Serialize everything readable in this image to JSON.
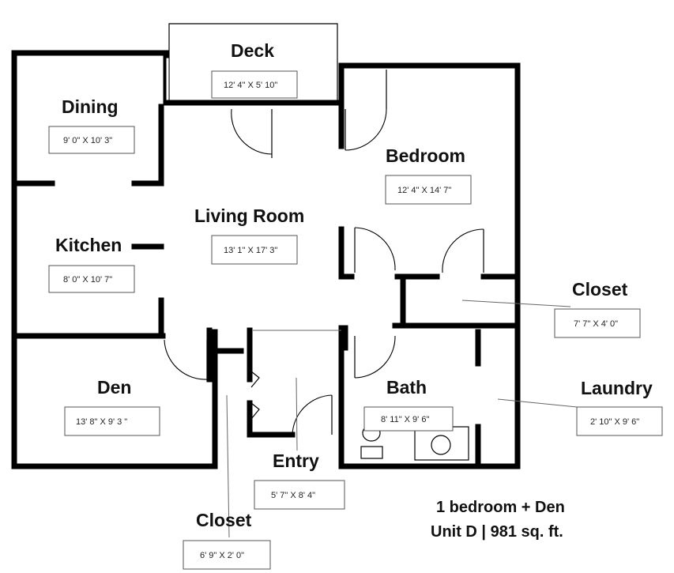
{
  "rooms": {
    "deck": {
      "name": "Deck",
      "dims": "12' 4\" X 5' 10\""
    },
    "dining": {
      "name": "Dining",
      "dims": "9' 0\" X 10' 3\""
    },
    "kitchen": {
      "name": "Kitchen",
      "dims": "8' 0\" X 10' 7\""
    },
    "living": {
      "name": "Living Room",
      "dims": "13' 1\" X 17' 3\""
    },
    "bedroom": {
      "name": "Bedroom",
      "dims": "12' 4\" X 14' 7\""
    },
    "closet_bed": {
      "name": "Closet",
      "dims": "7' 7\" X 4' 0\""
    },
    "den": {
      "name": "Den",
      "dims": "13' 8\" X 9' 3 \""
    },
    "bath": {
      "name": "Bath",
      "dims": "8' 11\" X 9' 6\""
    },
    "laundry": {
      "name": "Laundry",
      "dims": "2' 10\" X 9' 6\""
    },
    "entry": {
      "name": "Entry",
      "dims": "5' 7\" X 8' 4\""
    },
    "closet_entry": {
      "name": "Closet",
      "dims": "6' 9\" X 2' 0\""
    }
  },
  "caption": {
    "line1": "1 bedroom + Den",
    "line2": "Unit D | 981 sq. ft."
  }
}
